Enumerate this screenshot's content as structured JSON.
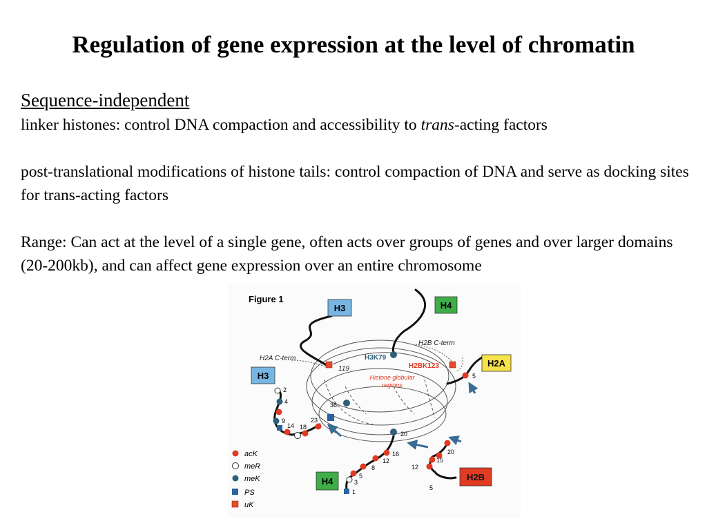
{
  "slide": {
    "title": "Regulation of gene expression at the level of chromatin",
    "heading": "Sequence-independent",
    "linker": {
      "before": "linker histones:  control DNA compaction and accessibility to ",
      "italic": "trans",
      "after": "-acting factors"
    },
    "ptm": "post-translational modifications of histone tails: control compaction of DNA and serve as docking sites for trans-acting factors",
    "range": "Range:  Can act at the level of a single gene, often acts over groups of genes and over larger domains (20-200kb), and can affect gene expression over an entire chromosome"
  },
  "figure": {
    "caption": "Figure 1",
    "histones": {
      "h3_top": "H3",
      "h4_top": "H4",
      "h2a": "H2A",
      "h3_left": "H3",
      "h4_bottom": "H4",
      "h2b": "H2B"
    },
    "core_labels": {
      "h2a_cterm": "H2A C-term",
      "h2b_cterm": "H2B C-term",
      "h3k79": "H3K79",
      "h2bk123": "H2BK123",
      "globular_1": "Histone globular",
      "globular_2": "regions",
      "n119": "119"
    },
    "residues": {
      "h3": [
        "2",
        "4",
        "9",
        "14",
        "18",
        "23",
        "36"
      ],
      "h4": [
        "1",
        "3",
        "5",
        "8",
        "12",
        "16",
        "20"
      ],
      "h2b": [
        "5",
        "12",
        "15",
        "20"
      ],
      "h2a": [
        "5"
      ]
    },
    "legend": [
      {
        "label": "acK",
        "marker": "filled-circle",
        "color": "#e03a22"
      },
      {
        "label": "meR",
        "marker": "open-circle",
        "color": "#ffffff"
      },
      {
        "label": "meK",
        "marker": "filled-circle",
        "color": "#2c5f78"
      },
      {
        "label": "PS",
        "marker": "square",
        "color": "#2c62a0"
      },
      {
        "label": "uK",
        "marker": "square",
        "color": "#e34a2c"
      }
    ],
    "colors": {
      "h3_box": "#77b6e2",
      "h4_box": "#3fae49",
      "h2a_box": "#f6e24a",
      "h2b_box": "#e23b24",
      "acetyl": "#e03a22",
      "methylK": "#2c5f78",
      "phospho": "#2c62a0",
      "arrow": "#3a6d96"
    }
  }
}
